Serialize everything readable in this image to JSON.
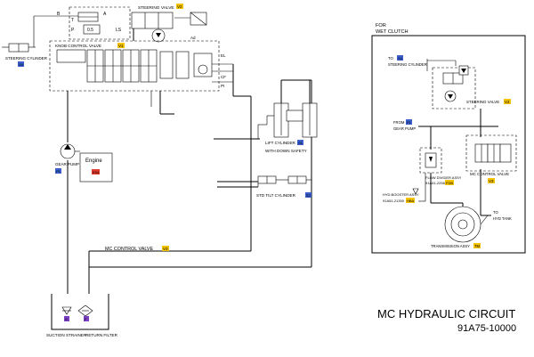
{
  "left_circuit": {
    "steering_valve": {
      "label": "STEERING VALVE",
      "tag": "V2",
      "tag_color": "#f5c400"
    },
    "steering_cylinder": {
      "label": "STEERING CYLINDER",
      "tag": "S4",
      "tag_color": "#3a5fcd"
    },
    "knob_control_valve": {
      "label": "KNOB CONTROL VALVE",
      "tag": "V1",
      "tag_color": "#f5c400"
    },
    "port_labels": [
      "B",
      "A",
      "T",
      "P",
      "LS",
      "Ad",
      "EL",
      "CF",
      "PI"
    ],
    "valve_value": "0.5",
    "engine": {
      "label": "Engine",
      "tag": "EN1",
      "tag_color": "#e23b2e"
    },
    "gear_pump": {
      "label": "GEAR PUMP",
      "tag": "P1",
      "tag_color": "#3a5fcd"
    },
    "lift_cylinder": {
      "label_line1": "LIFT CYLINDER",
      "label_line2": "WITH DOWN SAFETY",
      "tag": "S1",
      "tag_color": "#3a5fcd"
    },
    "tilt_cylinder": {
      "label": "STD TILT CYLINDER",
      "tag": "S2",
      "tag_color": "#3a5fcd"
    },
    "mc_control_valve": {
      "label": "MC CONTROL VALVE",
      "tag": "V3",
      "tag_color": "#f5c400"
    },
    "suction_strainer": {
      "label": "SUCTION STRAINER",
      "tag": "S",
      "tag_color": "#7b3fc4"
    },
    "return_filter": {
      "label": "RETURN FILTER",
      "tag": "F",
      "tag_color": "#7b3fc4"
    }
  },
  "right_circuit": {
    "title_line1": "FOR",
    "title_line2": "WET CLUTCH",
    "to_steering_cylinder": {
      "line1": "TO",
      "line2": "STEERING CYLINDER",
      "tag": "S4",
      "tag_color": "#3a5fcd"
    },
    "steering_valve": {
      "label": "STEERING VALVE",
      "tag": "V2",
      "tag_color": "#f5c400"
    },
    "from_gear_pump": {
      "line1": "FROM",
      "line2": "GEAR PUMP",
      "tag": "P1",
      "tag_color": "#3a5fcd"
    },
    "mc_control_valve": {
      "label": "MC CONTROL VALVE",
      "tag": "V3",
      "tag_color": "#f5c400"
    },
    "flow_divider": {
      "line1": "FLOW DIVIDER ASSY",
      "line2": "91A51-22560",
      "tag": "FDB",
      "tag_color": "#f5c400"
    },
    "hyd_booster": {
      "line1": "HYD.BOOSTER ASSY",
      "line2": "91A51-21300",
      "tag": "HBA",
      "tag_color": "#f5c400"
    },
    "to_hyd_tank": {
      "line1": "TO",
      "line2": "HYD TANK"
    },
    "transmission": {
      "label": "TRANSMISSION ASSY",
      "tag": "TM",
      "tag_color": "#f5c400"
    }
  },
  "title": {
    "main": "MC HYDRAULIC CIRCUIT",
    "part_number": "91A75-10000"
  }
}
